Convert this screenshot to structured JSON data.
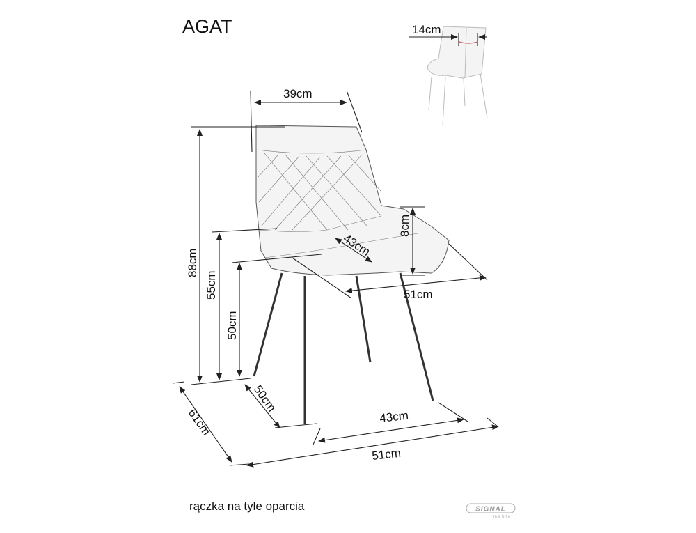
{
  "title": "AGAT",
  "caption": "rączka na tyle oparcia",
  "logo": {
    "brand": "SIGNAL",
    "sub": "meble"
  },
  "dimensions": {
    "handle_width": "14cm",
    "back_width": "39cm",
    "total_height": "88cm",
    "armrest_height": "55cm",
    "seat_height": "50cm",
    "armrest_above_seat": "8cm",
    "seat_depth": "43cm",
    "seat_width": "51cm",
    "leg_depth": "50cm",
    "leg_width": "43cm",
    "total_width": "51cm",
    "total_depth": "61cm"
  },
  "colors": {
    "handle": "#c0606a"
  }
}
